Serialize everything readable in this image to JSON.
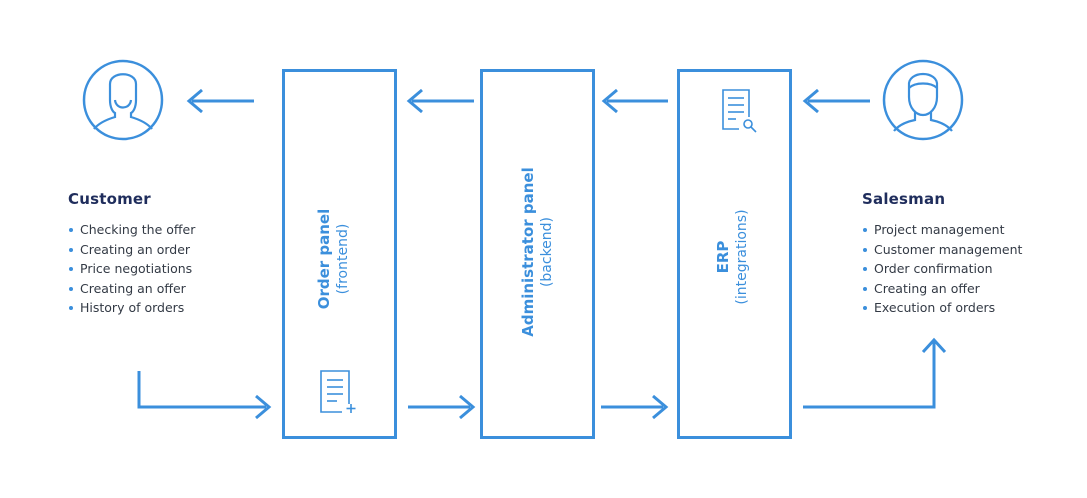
{
  "colors": {
    "accent": "#3b8fdc",
    "title": "#1f2d5c",
    "text": "#333a45"
  },
  "customer": {
    "icon": "customer-female-icon",
    "title": "Customer",
    "items": [
      "Checking the offer",
      "Creating an order",
      "Price negotiations",
      "Creating an offer",
      "History of orders"
    ]
  },
  "salesman": {
    "icon": "salesman-male-icon",
    "title": "Salesman",
    "items": [
      "Project management",
      "Customer management",
      "Order confirmation",
      "Creating an offer",
      "Execution of orders"
    ]
  },
  "panels": [
    {
      "name": "Order panel",
      "sub": "(frontend)",
      "icon": "document-add-icon"
    },
    {
      "name": "Administrator panel",
      "sub": "(backend)",
      "icon": ""
    },
    {
      "name": "ERP",
      "sub": "(integrations)",
      "icon": "document-search-icon"
    }
  ]
}
